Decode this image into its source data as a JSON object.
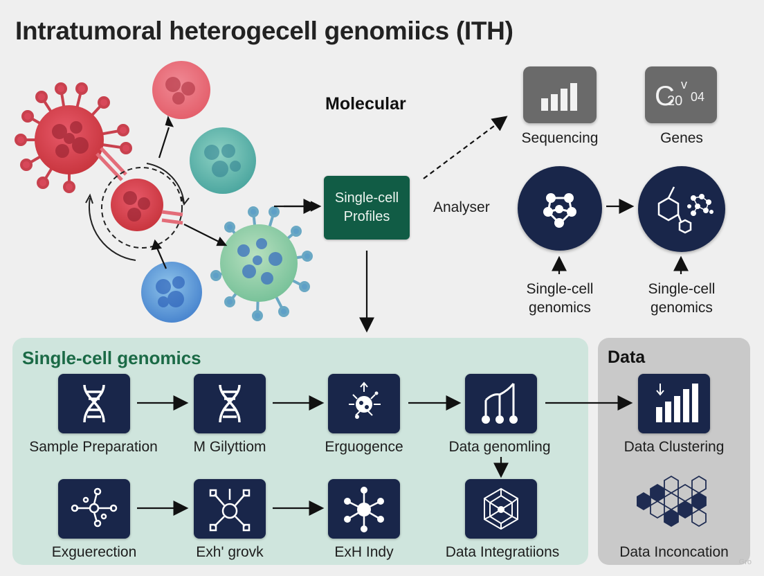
{
  "title": "Intratumoral heterogecell genomiics (ITH)",
  "molecular_label": "Molecular",
  "profiles_box": {
    "line1": "Single-cell",
    "line2": "Profiles"
  },
  "analyser_label": "Analyser",
  "top_icons": [
    {
      "label": "Sequencing",
      "icon": "bar-chart-icon"
    },
    {
      "label": "Genes",
      "icon": "formula-icon",
      "glyph_main": "C",
      "glyph_sup": "v",
      "glyph_sub": "20",
      "glyph_sub2": "04"
    }
  ],
  "analysis_circles": [
    {
      "label_line1": "Single-cell",
      "label_line2": "genomics",
      "icon": "network-icon"
    },
    {
      "label_line1": "Single-cell",
      "label_line2": "genomics",
      "icon": "molecule-icon"
    }
  ],
  "genomics_panel": {
    "title": "Single-cell genomics",
    "steps_row1": [
      {
        "label": "Sample Preparation",
        "icon": "dna-icon"
      },
      {
        "label": "M Gilyttiom",
        "icon": "dna-icon"
      },
      {
        "label": "Erguogence",
        "icon": "cell-target-icon"
      },
      {
        "label": "Data genomling",
        "icon": "tree-chart-icon"
      }
    ],
    "steps_row2": [
      {
        "label": "Exguerection",
        "icon": "node-link-icon"
      },
      {
        "label": "Exh' grovk",
        "icon": "hub-expand-icon"
      },
      {
        "label": "ExH Indy",
        "icon": "hub-network-icon"
      },
      {
        "label": "Data Integratiions",
        "icon": "mesh-globe-icon"
      }
    ]
  },
  "data_panel": {
    "title": "Data",
    "items": [
      {
        "label": "Data Clustering",
        "icon": "bar-chart-down-icon"
      },
      {
        "label": "Data Inconcation",
        "icon": "hexagon-cluster-icon"
      }
    ]
  },
  "watermark": "Gro",
  "colors": {
    "navy": "#19264a",
    "green_box": "#115c45",
    "panel_green": "#cfe5dd",
    "panel_gray": "#c9c9c9",
    "icon_gray": "#6a6a6a",
    "title_green": "#1b6a46"
  }
}
